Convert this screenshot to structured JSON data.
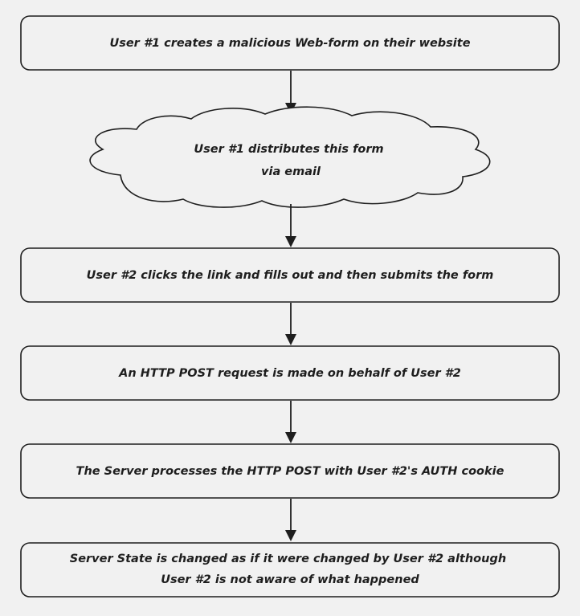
{
  "diagram": {
    "steps": [
      {
        "lines": [
          "User #1 creates a malicious Web-form on their website"
        ]
      },
      {
        "lines": [
          "User #1 distributes this form",
          "via email"
        ]
      },
      {
        "lines": [
          "User #2 clicks the link and fills out and then submits the form"
        ]
      },
      {
        "lines": [
          "An HTTP POST request is made on behalf of User #2"
        ]
      },
      {
        "lines": [
          "The Server processes the HTTP POST with User #2's AUTH cookie"
        ]
      },
      {
        "lines": [
          "Server State is changed as if it were changed by User #2 although",
          "User #2 is not aware of what happened"
        ]
      }
    ],
    "colors": {
      "background": "#f1f1f1",
      "stroke": "#1e1e1e",
      "text": "#1e1e1e"
    }
  }
}
